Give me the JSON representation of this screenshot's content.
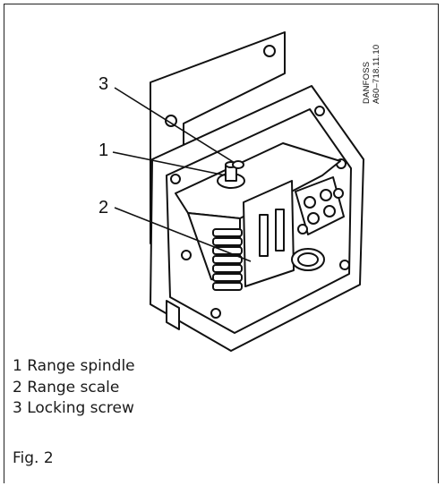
{
  "drawing_code": {
    "line1": "DANFOSS",
    "line2": "A60–718.11.10"
  },
  "callouts": {
    "label_1": "1",
    "label_2": "2",
    "label_3": "3"
  },
  "legend": {
    "items": [
      "1 Range spindle",
      "2 Range scale",
      "3 Locking screw"
    ]
  },
  "caption": "Fig. 2"
}
